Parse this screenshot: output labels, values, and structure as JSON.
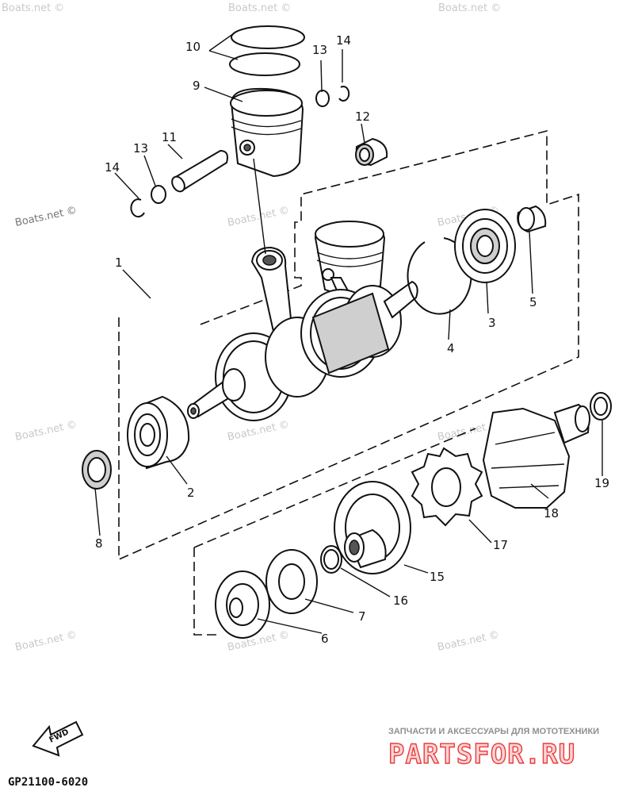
{
  "watermarks": [
    "Boats.net ©",
    "Boats.net ©",
    "Boats.net ©",
    "Boats.net ©",
    "Boats.net ©",
    "Boats.net ©",
    "Boats.net ©",
    "Boats.net ©",
    "Boats.net ©",
    "Boats.net ©",
    "Boats.net ©",
    "Boats.net ©"
  ],
  "callouts": [
    "1",
    "2",
    "3",
    "4",
    "5",
    "6",
    "7",
    "8",
    "9",
    "10",
    "11",
    "12",
    "13",
    "14",
    "13",
    "14",
    "15",
    "16",
    "17",
    "18",
    "19"
  ],
  "fwd_label": "FWD",
  "diagram_code": "GP21100-6020",
  "branding": {
    "tagline": "ЗАПЧАСТИ И АКСЕССУАРЫ ДЛЯ МОТОТЕХНИКИ",
    "logo": "PARTSFOR.RU"
  },
  "colors": {
    "line": "#111111",
    "brand_red": "#e53c3c",
    "watermark": "#c9c9c9"
  }
}
